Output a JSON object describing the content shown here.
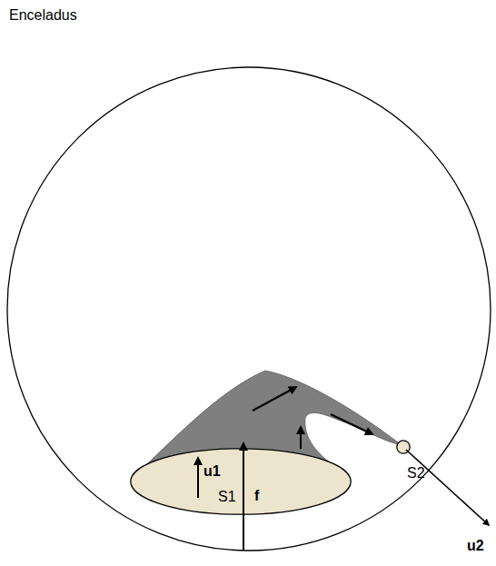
{
  "diagram": {
    "title": "Enceladus",
    "nodes": [
      {
        "text": [
          "S1"
        ]
      },
      {
        "text": [
          "S2"
        ]
      }
    ],
    "labels": [
      "u1",
      "f",
      "u2"
    ]
  }
}
